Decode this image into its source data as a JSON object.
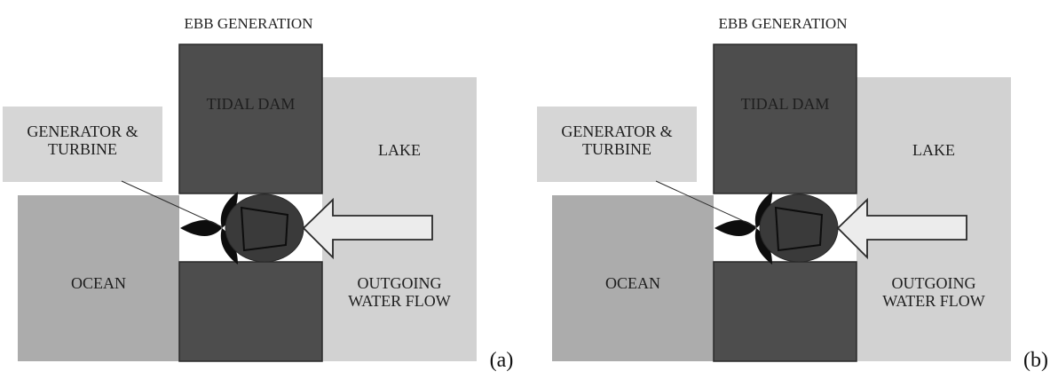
{
  "figure": {
    "panels": [
      {
        "id": "a",
        "title": "EBB GENERATION",
        "labels": {
          "tidal_dam": "TIDAL DAM",
          "lake": "LAKE",
          "generator_line1": "GENERATOR &",
          "generator_line2": "TURBINE",
          "ocean": "OCEAN",
          "flow_line1": "OUTGOING",
          "flow_line2": "WATER FLOW"
        },
        "sublabel": "(a)"
      },
      {
        "id": "b",
        "title": "EBB GENERATION",
        "labels": {
          "tidal_dam": "TIDAL DAM",
          "lake": "LAKE",
          "generator_line1": "GENERATOR &",
          "generator_line2": "TURBINE",
          "ocean": "OCEAN",
          "flow_line1": "OUTGOING",
          "flow_line2": "WATER FLOW"
        },
        "sublabel": "(b)"
      }
    ],
    "colors": {
      "dam": "#4d4d4d",
      "lake": "#d2d2d2",
      "ocean": "#acacac",
      "label_box": "#d6d6d6",
      "channel": "#ffffff",
      "turbine": "#3a3a3a",
      "blade": "#0d0d0d",
      "arrow_fill": "#ececec",
      "outline": "#2a2a2a"
    },
    "icons": [
      "turbine-icon",
      "flow-arrow-icon",
      "propeller-blade-icon"
    ]
  }
}
